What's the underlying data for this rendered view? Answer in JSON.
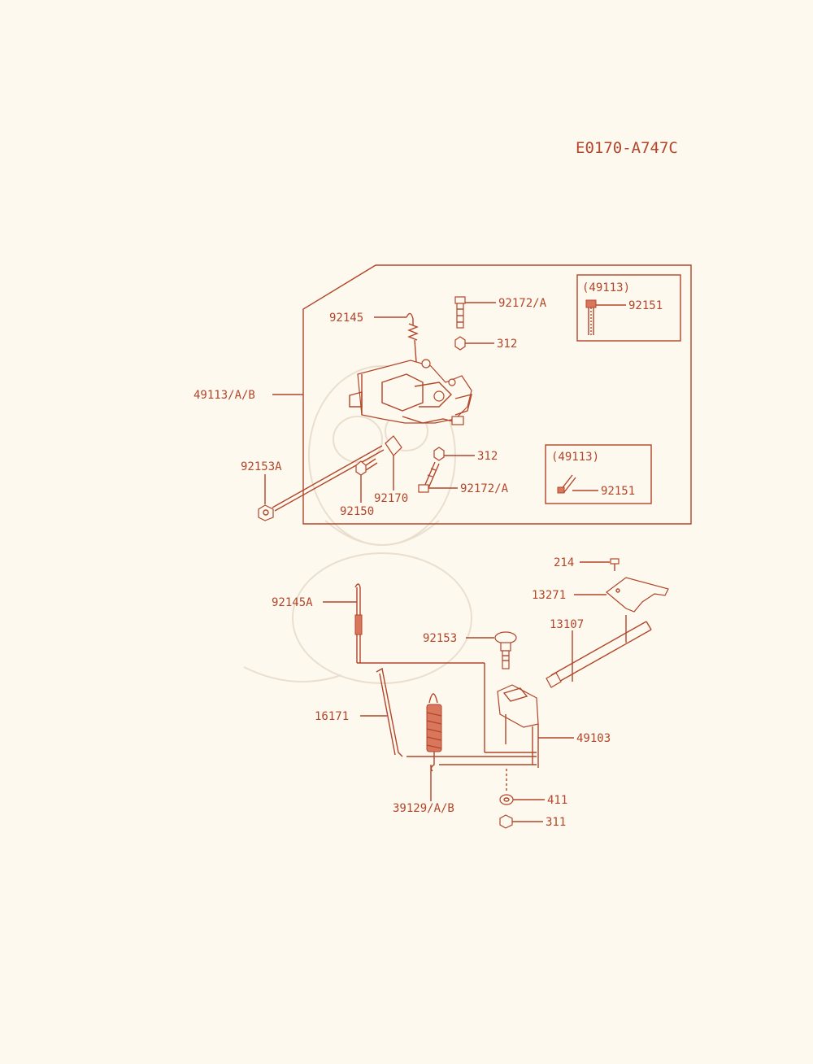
{
  "diagram_code": "E0170-A747C",
  "colors": {
    "ink": "#b2452a",
    "paper": "#fdf9ee"
  },
  "callouts": {
    "c49113_box1": "(49113)",
    "c92151_box1": "92151",
    "c49113_box2": "(49113)",
    "c92151_box2": "92151",
    "c92172a_top": "92172/A",
    "c92145": "92145",
    "c312_top": "312",
    "c49113ab": "49113/A/B",
    "c92153a": "92153A",
    "c312_mid": "312",
    "c92172a_bot": "92172/A",
    "c92170": "92170",
    "c92150": "92150",
    "c214": "214",
    "c13271": "13271",
    "c13107": "13107",
    "c92145a": "92145A",
    "c92153": "92153",
    "c16171": "16171",
    "c49103": "49103",
    "c39129ab": "39129/A/B",
    "c411": "411",
    "c311": "311"
  }
}
